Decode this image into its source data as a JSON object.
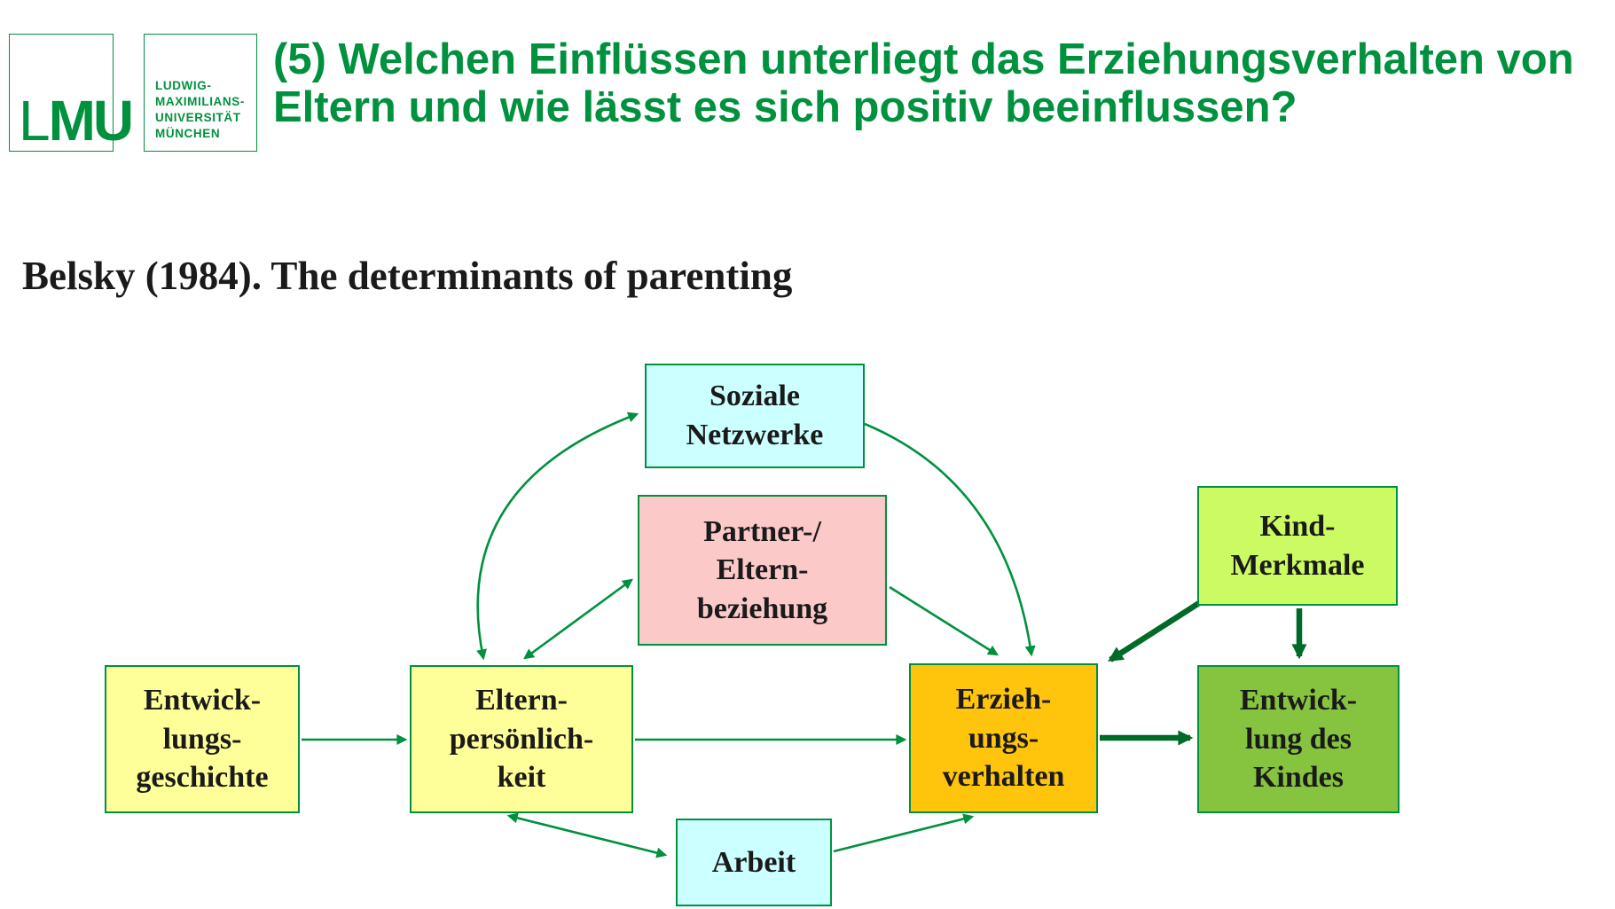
{
  "colors": {
    "green": "#00913F",
    "green_dark": "#006B28",
    "text": "#1A1A1A",
    "box_cyan": "#CCFFFF",
    "box_pink": "#FCC9C9",
    "box_yellow": "#FFFF99",
    "box_amber": "#FFC40C",
    "box_lightgreen": "#CCFA63",
    "box_green": "#86C440"
  },
  "logo": {
    "wordmark_thin": "L",
    "wordmark_bold": "MU",
    "institution_lines": [
      "LUDWIG-",
      "MAXIMILIANS-",
      "UNIVERSITÄT",
      "MÜNCHEN"
    ]
  },
  "header": {
    "title_line1": "(5) Welchen Einflüssen unterliegt das Erziehungsverhalten von",
    "title_line2": "Eltern und wie lässt es sich positiv beeinflussen?"
  },
  "heading": "Belsky (1984). The determinants of parenting",
  "diagram": {
    "nodes": [
      {
        "id": "soziale-netzwerke",
        "lines": [
          "Soziale",
          "Netzwerke"
        ],
        "fill": "#CCFFFF"
      },
      {
        "id": "partner-elternbeziehung",
        "lines": [
          "Partner-/",
          "Eltern-",
          "beziehung"
        ],
        "fill": "#FCC9C9"
      },
      {
        "id": "kind-merkmale",
        "lines": [
          "Kind-",
          "Merkmale"
        ],
        "fill": "#CCFA63"
      },
      {
        "id": "entwicklungsgeschichte",
        "lines": [
          "Entwick-",
          "lungs-",
          "geschichte"
        ],
        "fill": "#FFFF99"
      },
      {
        "id": "elternpersoenlichkeit",
        "lines": [
          "Eltern-",
          "persönlich-",
          "keit"
        ],
        "fill": "#FFFF99"
      },
      {
        "id": "erziehungsverhalten",
        "lines": [
          "Erzieh-",
          "ungs-",
          "verhalten"
        ],
        "fill": "#FFC40C"
      },
      {
        "id": "entwicklung-des-kindes",
        "lines": [
          "Entwick-",
          "lung des",
          "Kindes"
        ],
        "fill": "#86C440"
      },
      {
        "id": "arbeit",
        "lines": [
          "Arbeit"
        ],
        "fill": "#CCFFFF"
      }
    ],
    "edges": [
      {
        "from": "entwicklungsgeschichte",
        "to": "elternpersoenlichkeit",
        "weight": "thin",
        "bidirectional": false
      },
      {
        "from": "elternpersoenlichkeit",
        "to": "soziale-netzwerke",
        "weight": "thin",
        "bidirectional": true
      },
      {
        "from": "elternpersoenlichkeit",
        "to": "partner-elternbeziehung",
        "weight": "thin",
        "bidirectional": true
      },
      {
        "from": "elternpersoenlichkeit",
        "to": "erziehungsverhalten",
        "weight": "thin",
        "bidirectional": false
      },
      {
        "from": "soziale-netzwerke",
        "to": "erziehungsverhalten",
        "weight": "thin",
        "bidirectional": false
      },
      {
        "from": "partner-elternbeziehung",
        "to": "erziehungsverhalten",
        "weight": "thin",
        "bidirectional": false
      },
      {
        "from": "elternpersoenlichkeit",
        "to": "arbeit",
        "weight": "thin",
        "bidirectional": true
      },
      {
        "from": "arbeit",
        "to": "erziehungsverhalten",
        "weight": "thin",
        "bidirectional": false
      },
      {
        "from": "kind-merkmale",
        "to": "erziehungsverhalten",
        "weight": "thick",
        "bidirectional": false
      },
      {
        "from": "kind-merkmale",
        "to": "entwicklung-des-kindes",
        "weight": "thick",
        "bidirectional": false
      },
      {
        "from": "erziehungsverhalten",
        "to": "entwicklung-des-kindes",
        "weight": "thick",
        "bidirectional": false
      }
    ]
  }
}
